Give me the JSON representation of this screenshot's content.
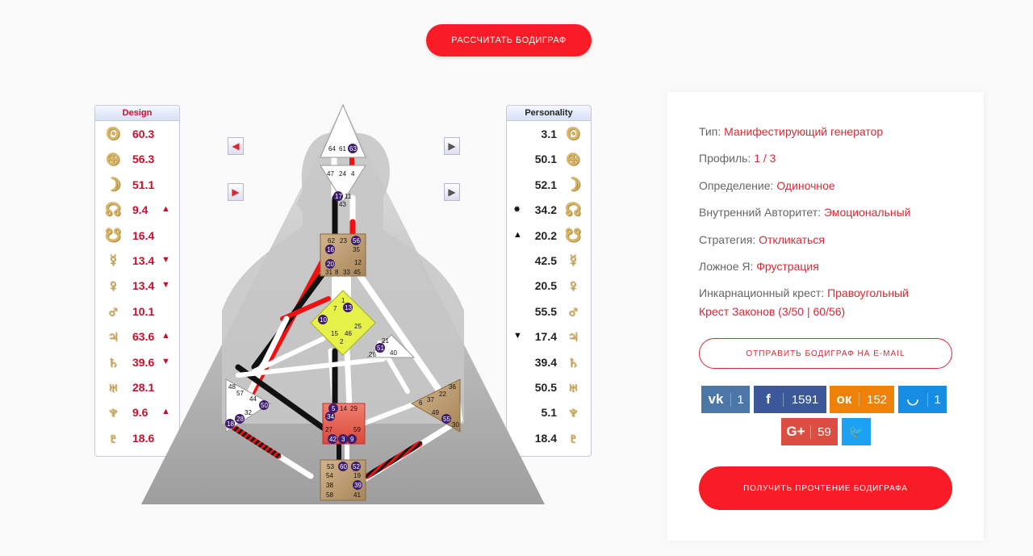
{
  "top_button": "РАССЧИТАТЬ БОДИГРАФ",
  "design": {
    "header": "Design",
    "rows": [
      {
        "glyph": "ʘ",
        "value": "60.3",
        "mark": ""
      },
      {
        "glyph": "⊕",
        "value": "56.3",
        "mark": ""
      },
      {
        "glyph": "☽",
        "value": "51.1",
        "mark": ""
      },
      {
        "glyph": "☊",
        "value": "9.4",
        "mark": "▲"
      },
      {
        "glyph": "☋",
        "value": "16.4",
        "mark": ""
      },
      {
        "glyph": "☿",
        "value": "13.4",
        "mark": "▼"
      },
      {
        "glyph": "♀",
        "value": "13.4",
        "mark": "▼"
      },
      {
        "glyph": "♂",
        "value": "10.1",
        "mark": ""
      },
      {
        "glyph": "♃",
        "value": "63.6",
        "mark": "▲"
      },
      {
        "glyph": "♄",
        "value": "39.6",
        "mark": "▼"
      },
      {
        "glyph": "♅",
        "value": "28.1",
        "mark": ""
      },
      {
        "glyph": "♆",
        "value": "9.6",
        "mark": "▲"
      },
      {
        "glyph": "♇",
        "value": "18.6",
        "mark": ""
      }
    ]
  },
  "personality": {
    "header": "Personality",
    "rows": [
      {
        "glyph": "ʘ",
        "value": "3.1",
        "mark": ""
      },
      {
        "glyph": "⊕",
        "value": "50.1",
        "mark": ""
      },
      {
        "glyph": "☽",
        "value": "52.1",
        "mark": ""
      },
      {
        "glyph": "☊",
        "value": "34.2",
        "mark": "✸"
      },
      {
        "glyph": "☋",
        "value": "20.2",
        "mark": "▲"
      },
      {
        "glyph": "☿",
        "value": "42.5",
        "mark": ""
      },
      {
        "glyph": "♀",
        "value": "20.5",
        "mark": ""
      },
      {
        "glyph": "♂",
        "value": "55.5",
        "mark": ""
      },
      {
        "glyph": "♃",
        "value": "17.4",
        "mark": "▼"
      },
      {
        "glyph": "♄",
        "value": "39.4",
        "mark": ""
      },
      {
        "glyph": "♅",
        "value": "50.5",
        "mark": ""
      },
      {
        "glyph": "♆",
        "value": "5.1",
        "mark": ""
      },
      {
        "glyph": "♇",
        "value": "18.4",
        "mark": ""
      }
    ]
  },
  "nav": {
    "left_arrow": "◀",
    "right_arrow": "▶"
  },
  "gates": {
    "head": [
      "64",
      "61",
      "63"
    ],
    "ajna_top": [
      "47",
      "24",
      "4"
    ],
    "ajna_bottom": [
      "17",
      "11",
      "43"
    ],
    "throat": [
      "62",
      "23",
      "56",
      "16",
      "35",
      "20",
      "12",
      "31",
      "8",
      "33",
      "45"
    ],
    "g": [
      "1",
      "7",
      "13",
      "10",
      "25",
      "15",
      "46",
      "2"
    ],
    "ego": [
      "21",
      "51",
      "26",
      "40"
    ],
    "spleen": [
      "48",
      "57",
      "44",
      "50",
      "32",
      "28",
      "18"
    ],
    "sacral": [
      "5",
      "14",
      "29",
      "34",
      "27",
      "59",
      "42",
      "3",
      "9"
    ],
    "solar": [
      "36",
      "22",
      "6",
      "37",
      "49",
      "55",
      "30"
    ],
    "root": [
      "53",
      "60",
      "52",
      "54",
      "19",
      "38",
      "39",
      "58",
      "41"
    ]
  },
  "info": {
    "type_label": "Тип: ",
    "type_value": "Манифестирующий генератор",
    "profile_label": "Профиль: ",
    "profile_value": "1 / 3",
    "definition_label": "Определение: ",
    "definition_value": "Одиночное",
    "authority_label": "Внутренний Авторитет: ",
    "authority_value": "Эмоциональный",
    "strategy_label": "Стратегия: ",
    "strategy_value": "Откликаться",
    "notself_label": "Ложное Я: ",
    "notself_value": "Фрустрация",
    "cross_label": "Инкарнационный крест: ",
    "cross_value_1": "Правоугольный",
    "cross_value_2": "Крест Законов (3/50 | 60/56)"
  },
  "email_button": "ОТПРАВИТЬ БОДИГРАФ НА E-MAIL",
  "social": {
    "vk": {
      "icon": "vk",
      "count": "1",
      "color": "#4a76a8"
    },
    "fb": {
      "icon": "f",
      "count": "1591",
      "color": "#3b5998"
    },
    "ok": {
      "icon": "ок",
      "count": "152",
      "color": "#ee8208"
    },
    "mm": {
      "icon": "◡",
      "count": "1",
      "color": "#168de2"
    },
    "gp": {
      "icon": "G+",
      "count": "59",
      "color": "#dc4e41"
    },
    "tw": {
      "icon": "🐦",
      "count": "",
      "color": "#1da1f2"
    }
  },
  "reading_button": "ПОЛУЧИТЬ ПРОЧТЕНИЕ БОДИГРАФА"
}
